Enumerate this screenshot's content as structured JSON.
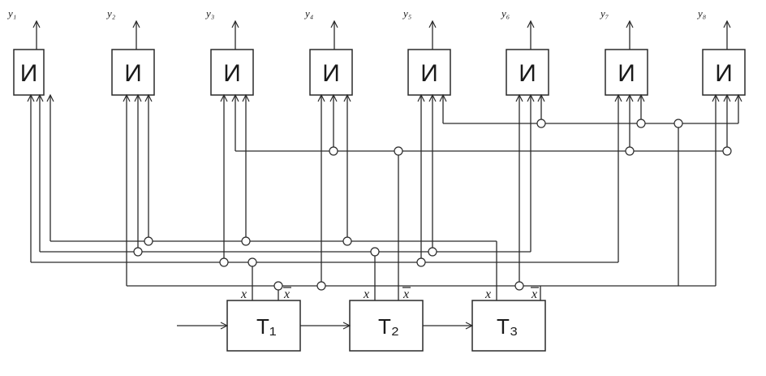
{
  "gates": [
    {
      "label": "И",
      "output": "y₁"
    },
    {
      "label": "И",
      "output": "y₂"
    },
    {
      "label": "И",
      "output": "y₃"
    },
    {
      "label": "И",
      "output": "y₄"
    },
    {
      "label": "И",
      "output": "y₅"
    },
    {
      "label": "И",
      "output": "y₆"
    },
    {
      "label": "И",
      "output": "y₇"
    },
    {
      "label": "И",
      "output": "y₈"
    }
  ],
  "triggers": [
    {
      "label": "T₁",
      "q": "x",
      "nq": "x"
    },
    {
      "label": "T₂",
      "q": "x",
      "nq": "x"
    },
    {
      "label": "T₃",
      "q": "x",
      "nq": "x"
    }
  ]
}
